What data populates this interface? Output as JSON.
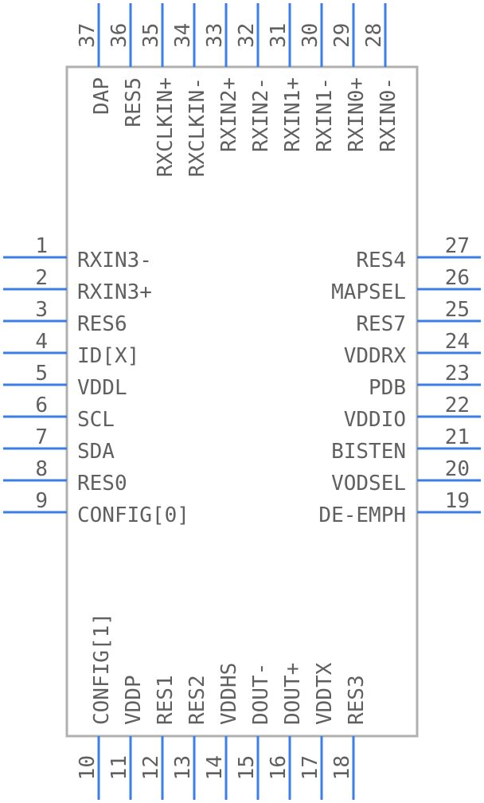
{
  "component": {
    "left_pins": [
      {
        "num": "1",
        "name": "RXIN3-"
      },
      {
        "num": "2",
        "name": "RXIN3+"
      },
      {
        "num": "3",
        "name": "RES6"
      },
      {
        "num": "4",
        "name": "ID[X]"
      },
      {
        "num": "5",
        "name": "VDDL"
      },
      {
        "num": "6",
        "name": "SCL"
      },
      {
        "num": "7",
        "name": "SDA"
      },
      {
        "num": "8",
        "name": "RES0"
      },
      {
        "num": "9",
        "name": "CONFIG[0]"
      }
    ],
    "bottom_pins": [
      {
        "num": "10",
        "name": "CONFIG[1]"
      },
      {
        "num": "11",
        "name": "VDDP"
      },
      {
        "num": "12",
        "name": "RES1"
      },
      {
        "num": "13",
        "name": "RES2"
      },
      {
        "num": "14",
        "name": "VDDHS"
      },
      {
        "num": "15",
        "name": "DOUT-"
      },
      {
        "num": "16",
        "name": "DOUT+"
      },
      {
        "num": "17",
        "name": "VDDTX"
      },
      {
        "num": "18",
        "name": "RES3"
      }
    ],
    "right_pins": [
      {
        "num": "19",
        "name": "DE-EMPH"
      },
      {
        "num": "20",
        "name": "VODSEL"
      },
      {
        "num": "21",
        "name": "BISTEN"
      },
      {
        "num": "22",
        "name": "VDDIO"
      },
      {
        "num": "23",
        "name": "PDB"
      },
      {
        "num": "24",
        "name": "VDDRX"
      },
      {
        "num": "25",
        "name": "RES7"
      },
      {
        "num": "26",
        "name": "MAPSEL"
      },
      {
        "num": "27",
        "name": "RES4"
      }
    ],
    "top_pins": [
      {
        "num": "28",
        "name": "RXIN0-"
      },
      {
        "num": "29",
        "name": "RXIN0+"
      },
      {
        "num": "30",
        "name": "RXIN1-"
      },
      {
        "num": "31",
        "name": "RXIN1+"
      },
      {
        "num": "32",
        "name": "RXIN2-"
      },
      {
        "num": "33",
        "name": "RXIN2+"
      },
      {
        "num": "34",
        "name": "RXCLKIN-"
      },
      {
        "num": "35",
        "name": "RXCLKIN+"
      },
      {
        "num": "36",
        "name": "RES5"
      },
      {
        "num": "37",
        "name": "DAP"
      }
    ],
    "colors": {
      "pin": "#3a7ee8",
      "body": "#b0b0b0",
      "text": "#606060"
    }
  }
}
